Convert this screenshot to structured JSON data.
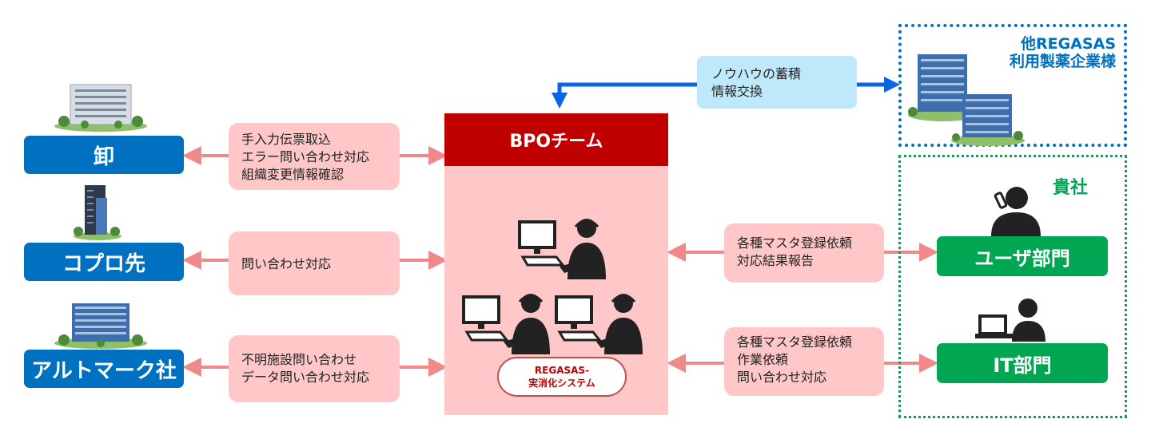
{
  "entities": {
    "oroshi": "卸",
    "copro": "コプロ先",
    "altmark": "アルトマーク社"
  },
  "left_notes": {
    "oroshi": [
      "手入力伝票取込",
      "エラー問い合わせ対応",
      "組織変更情報確認"
    ],
    "copro": [
      "問い合わせ対応"
    ],
    "altmark": [
      "不明施設問い合わせ",
      "データ問い合わせ対応"
    ]
  },
  "bpo": {
    "title": "BPOチーム",
    "system_line1": "REGASAS-",
    "system_line2": "実消化システム"
  },
  "knowhow": [
    "ノウハウの蓄積",
    "情報交換"
  ],
  "other_companies": [
    "他REGASAS",
    "利用製薬企業様"
  ],
  "company": {
    "title": "貴社",
    "user_dept": "ユーザ部門",
    "it_dept": "IT部門"
  },
  "right_notes": {
    "user": [
      "各種マスタ登録依頼",
      "対応結果報告"
    ],
    "it": [
      "各種マスタ登録依頼",
      "作業依頼",
      "問い合わせ対応"
    ]
  },
  "colors": {
    "entity_blue": "#0070c0",
    "bpo_red": "#c00000",
    "pink": "#ffc7c7",
    "arrow_pink": "#f08a8a",
    "company_green": "#00a651",
    "knowhow_blue": "#bfe9fa",
    "arrow_blue": "#0b63e6"
  }
}
